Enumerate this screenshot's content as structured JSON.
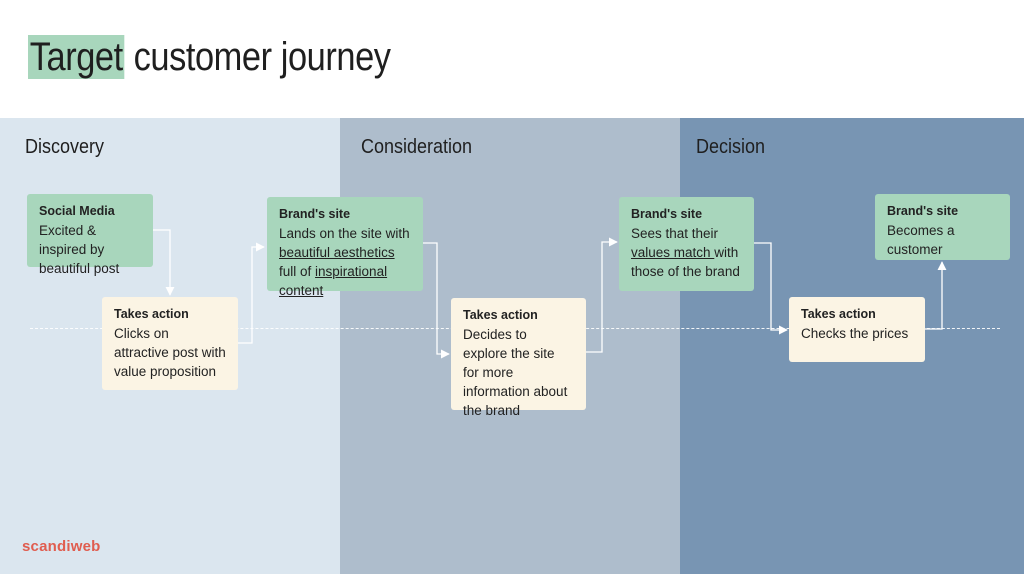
{
  "title": {
    "highlight": "Target",
    "rest": " customer journey"
  },
  "stages": [
    {
      "label": "Discovery"
    },
    {
      "label": "Consideration"
    },
    {
      "label": "Decision"
    }
  ],
  "steps": {
    "s1": {
      "heading": "Social Media",
      "text": "Excited & inspired by beautiful post"
    },
    "s2": {
      "heading": "Takes action",
      "text": "Clicks on attractive post with value proposition"
    },
    "s3": {
      "heading": "Brand's site",
      "t1": "Lands on the site with ",
      "u1": "beautiful aesthetics ",
      "t2": "full of ",
      "u2": "inspirational content"
    },
    "s4": {
      "heading": "Takes action",
      "text": "Decides to explore the site for more information about the brand"
    },
    "s5": {
      "heading": "Brand's site",
      "t1": "Sees that their ",
      "u1": "values match ",
      "t2": "with those of the brand"
    },
    "s6": {
      "heading": "Takes action",
      "text": "Checks the prices"
    },
    "s7": {
      "heading": "Brand's site",
      "text": "Becomes a customer"
    }
  },
  "colors": {
    "discovery": "#dbe6ef",
    "consideration": "#aebdcc",
    "decision": "#7895b3",
    "brand_box": "#a8d6bc",
    "action_box": "#fbf4e4",
    "logo": "#e05d4f"
  },
  "logo": "scandiweb"
}
